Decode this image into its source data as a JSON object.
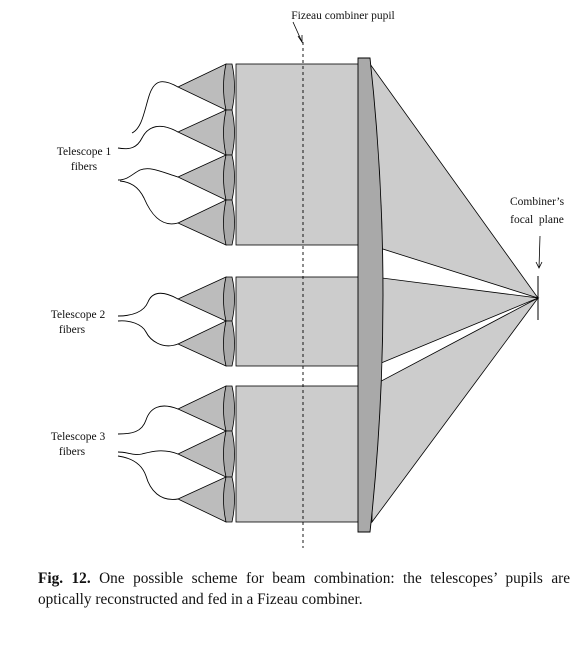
{
  "labels": {
    "pupil": "Fizeau combiner pupil",
    "focal_line1": "Combiner’s",
    "focal_line2": "focal  plane",
    "t1_line1": "Telescope 1",
    "t1_line2": "fibers",
    "t2_line1": "Telescope 2",
    "t2_line2": "fibers",
    "t3_line1": "Telescope 3",
    "t3_line2": "fibers"
  },
  "caption": {
    "label": "Fig. 12.",
    "text": "One possible scheme for beam combination: the telescopes’ pupils are optically reconstructed and fed in a Fizeau combiner."
  },
  "colors": {
    "beam": "#cccccc",
    "lens": "#a9a9a9",
    "stroke": "#000000"
  },
  "telescopes": [
    {
      "name": "telescope-1",
      "cones": 4
    },
    {
      "name": "telescope-2",
      "cones": 2
    },
    {
      "name": "telescope-3",
      "cones": 3
    }
  ]
}
